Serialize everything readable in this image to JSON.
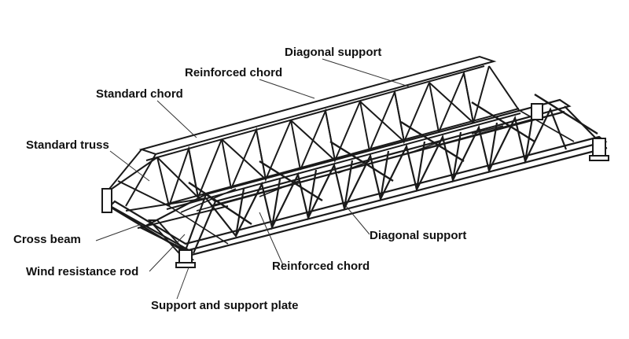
{
  "labels": {
    "diagonal_support_top": "Diagonal support",
    "reinforced_chord_top": "Reinforced chord",
    "standard_chord": "Standard chord",
    "standard_truss": "Standard truss",
    "cross_beam": "Cross beam",
    "wind_resistance_rod": "Wind resistance rod",
    "diagonal_support_bottom": "Diagonal support",
    "reinforced_chord_bottom": "Reinforced chord",
    "support_plate": "Support and support plate"
  },
  "colors": {
    "line": "#1a1a1a",
    "leader": "#333333",
    "text": "#111111"
  }
}
